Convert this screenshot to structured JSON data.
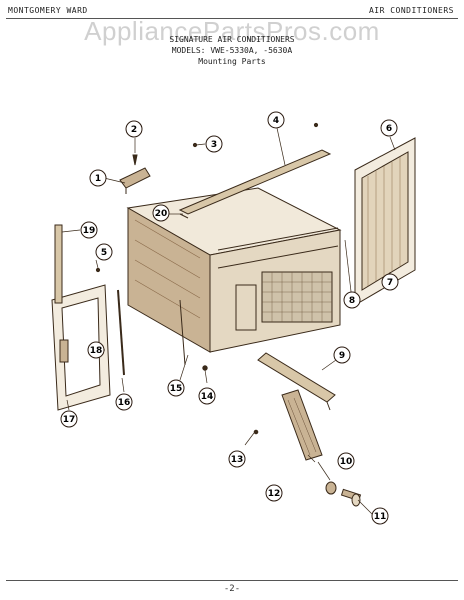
{
  "header": {
    "left": "MONTGOMERY WARD",
    "right": "AIR CONDITIONERS"
  },
  "watermark": "AppliancePartsPros.com",
  "title": {
    "line1": "SIGNATURE AIR CONDITIONERS",
    "line2": "MODELS: VWE-5330A, -5630A",
    "line3": "Mounting Parts"
  },
  "callouts": [
    "1",
    "2",
    "3",
    "4",
    "5",
    "6",
    "7",
    "8",
    "9",
    "10",
    "11",
    "12",
    "13",
    "14",
    "15",
    "16",
    "17",
    "18",
    "19",
    "20"
  ],
  "footer": "-2-",
  "colors": {
    "line": "#3a2a1a",
    "shade": "#8a6a4a",
    "fill": "#e8dcc8"
  }
}
